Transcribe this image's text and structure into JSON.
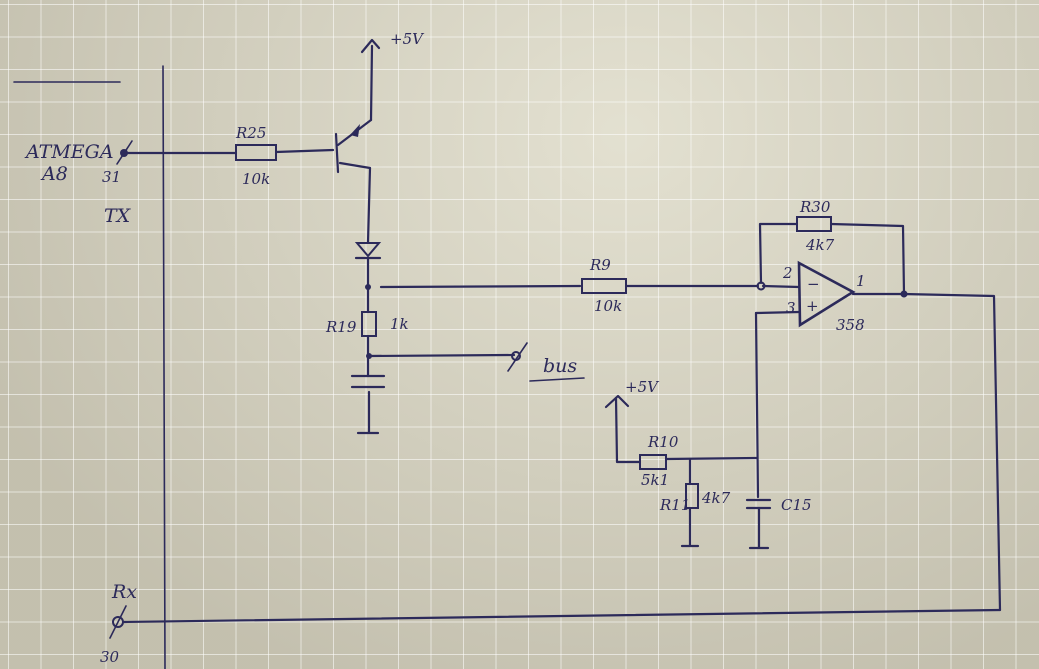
{
  "diagram": {
    "type": "hand-drawn circuit schematic",
    "colors": {
      "ink": "#2c2a5a",
      "paper": "#d4d0bd",
      "grid": "#ffffff"
    },
    "mcu": {
      "name": "ATMEGA",
      "subname": "A8",
      "tx_pin": "31",
      "tx_label": "TX",
      "rx_label": "Rx",
      "rx_pin": "30"
    },
    "supply_top": "+5V",
    "supply_bias": "+5V",
    "components": {
      "r25": {
        "ref": "R25",
        "value": "10k"
      },
      "r9": {
        "ref": "R9",
        "value": "10k"
      },
      "r19": {
        "ref": "R19",
        "value": "1k"
      },
      "r30": {
        "ref": "R30",
        "value": "4k7"
      },
      "r10": {
        "ref": "R10",
        "value": "5k1"
      },
      "r11": {
        "ref": "R11",
        "value": "4k7"
      },
      "c15": {
        "ref": "C15"
      },
      "opamp": {
        "part": "358",
        "pin_inv": "2",
        "pin_noninv": "3",
        "pin_out": "1",
        "minus": "−",
        "plus": "+"
      }
    },
    "bus_label": "bus"
  }
}
